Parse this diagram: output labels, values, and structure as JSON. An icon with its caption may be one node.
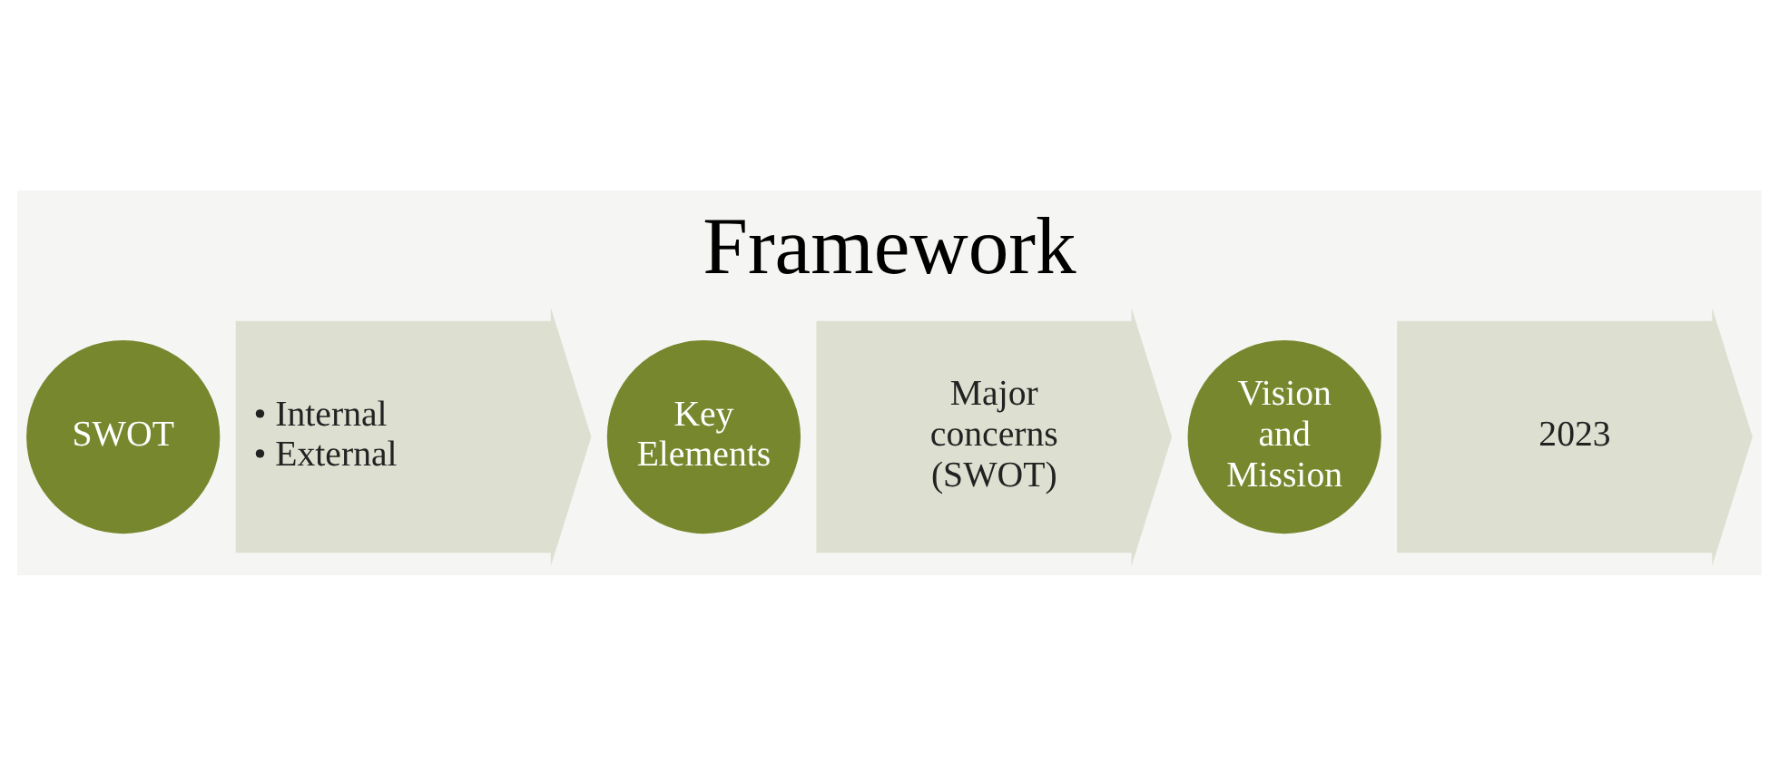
{
  "diagram": {
    "title": "Framework",
    "nodes": [
      {
        "text": [
          "SWOT"
        ]
      },
      {
        "text": [
          "• Internal",
          "• External"
        ]
      },
      {
        "text": [
          "Key Elements"
        ]
      },
      {
        "text": [
          "Major concerns (SWOT)"
        ]
      },
      {
        "text": [
          "Vision and Mission"
        ]
      },
      {
        "text": [
          "2023"
        ]
      }
    ]
  }
}
